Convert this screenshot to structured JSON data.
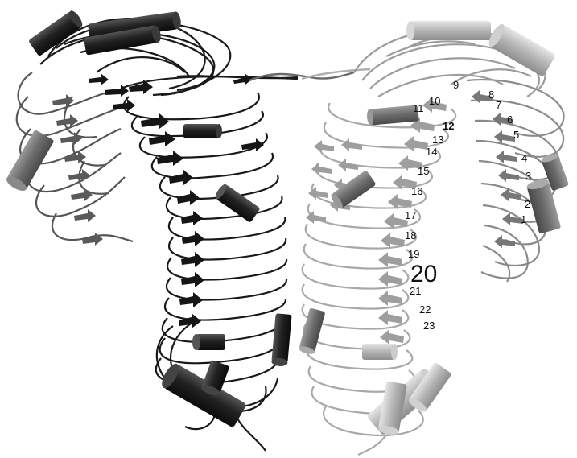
{
  "figure": {
    "colors": {
      "left_chain_dark": "#1c1c1c",
      "left_chain_mid": "#6e6e6e",
      "right_chain_light": "#b9b9b9",
      "right_chain_mid": "#8c8c8c",
      "background": "#ffffff"
    },
    "repeat_labels": [
      "1",
      "2",
      "3",
      "4",
      "5",
      "6",
      "7",
      "8",
      "9",
      "10",
      "11",
      "12",
      "13",
      "14",
      "15",
      "16",
      "17",
      "18",
      "19",
      "20",
      "21",
      "22",
      "23"
    ]
  }
}
